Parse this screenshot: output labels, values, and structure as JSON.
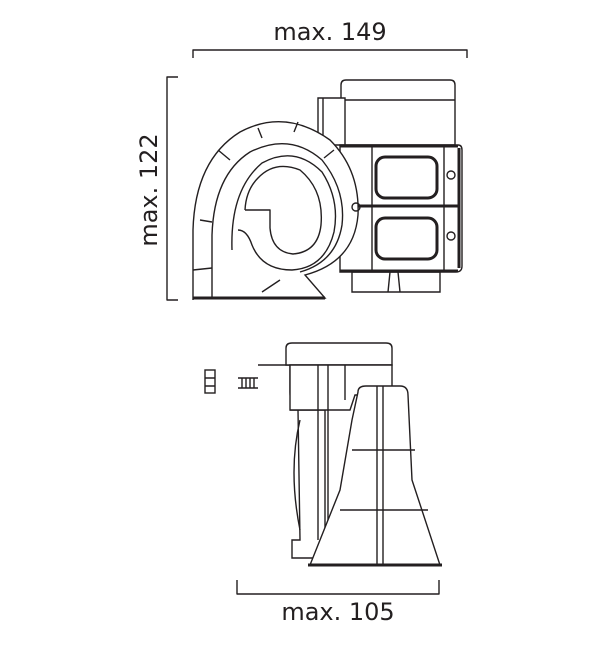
{
  "dimensions": {
    "width_label": "max. 149",
    "height_label": "max. 122",
    "depth_label": "max. 105"
  }
}
